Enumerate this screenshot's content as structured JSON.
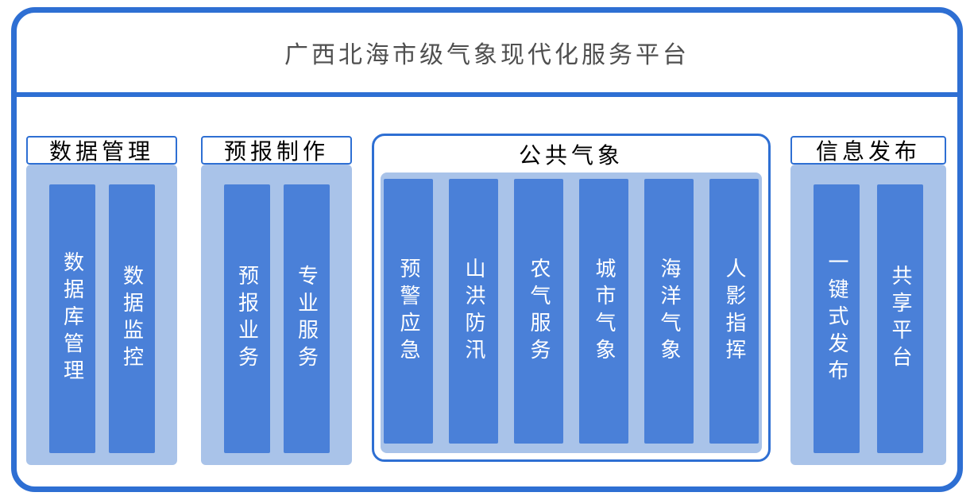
{
  "title": "广西北海市级气象现代化服务平台",
  "groups": [
    {
      "label": "数据管理",
      "items": [
        "数据库管理",
        "数据监控"
      ]
    },
    {
      "label": "预报制作",
      "items": [
        "预报业务",
        "专业服务"
      ]
    },
    {
      "label": "公共气象",
      "items": [
        "预警应急",
        "山洪防汛",
        "农气服务",
        "城市气象",
        "海洋气象",
        "人影指挥"
      ]
    },
    {
      "label": "信息发布",
      "items": [
        "一键式发布",
        "共享平台"
      ]
    }
  ],
  "colors": {
    "accent": "#2e6fd3",
    "panel": "#a9c3e9",
    "bar": "#4a80d8",
    "title_text": "#4f4f4f",
    "header_text": "#000000",
    "bar_text": "#ffffff"
  }
}
